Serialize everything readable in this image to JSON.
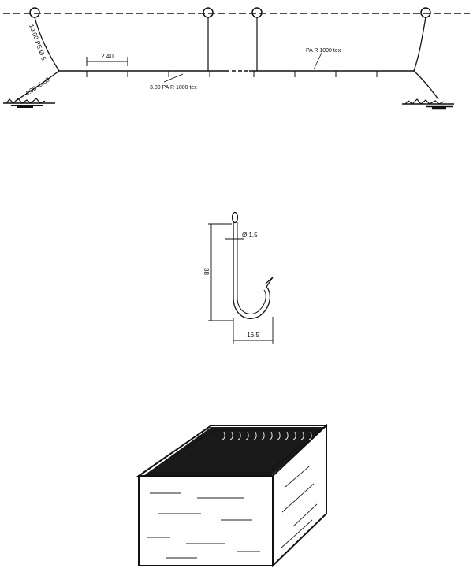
{
  "longline": {
    "float_line_label": "10.00 PE Ø 5",
    "anchor_line_label": "4.00–6.00",
    "spacing_label": "2.40",
    "branch_line_label": "3.00 PA R 1000 tex",
    "main_line_label": "PA R 1000 tex"
  },
  "hook": {
    "diameter_label": "Ø 1.5",
    "height_label": "38",
    "width_label": "16.5"
  }
}
